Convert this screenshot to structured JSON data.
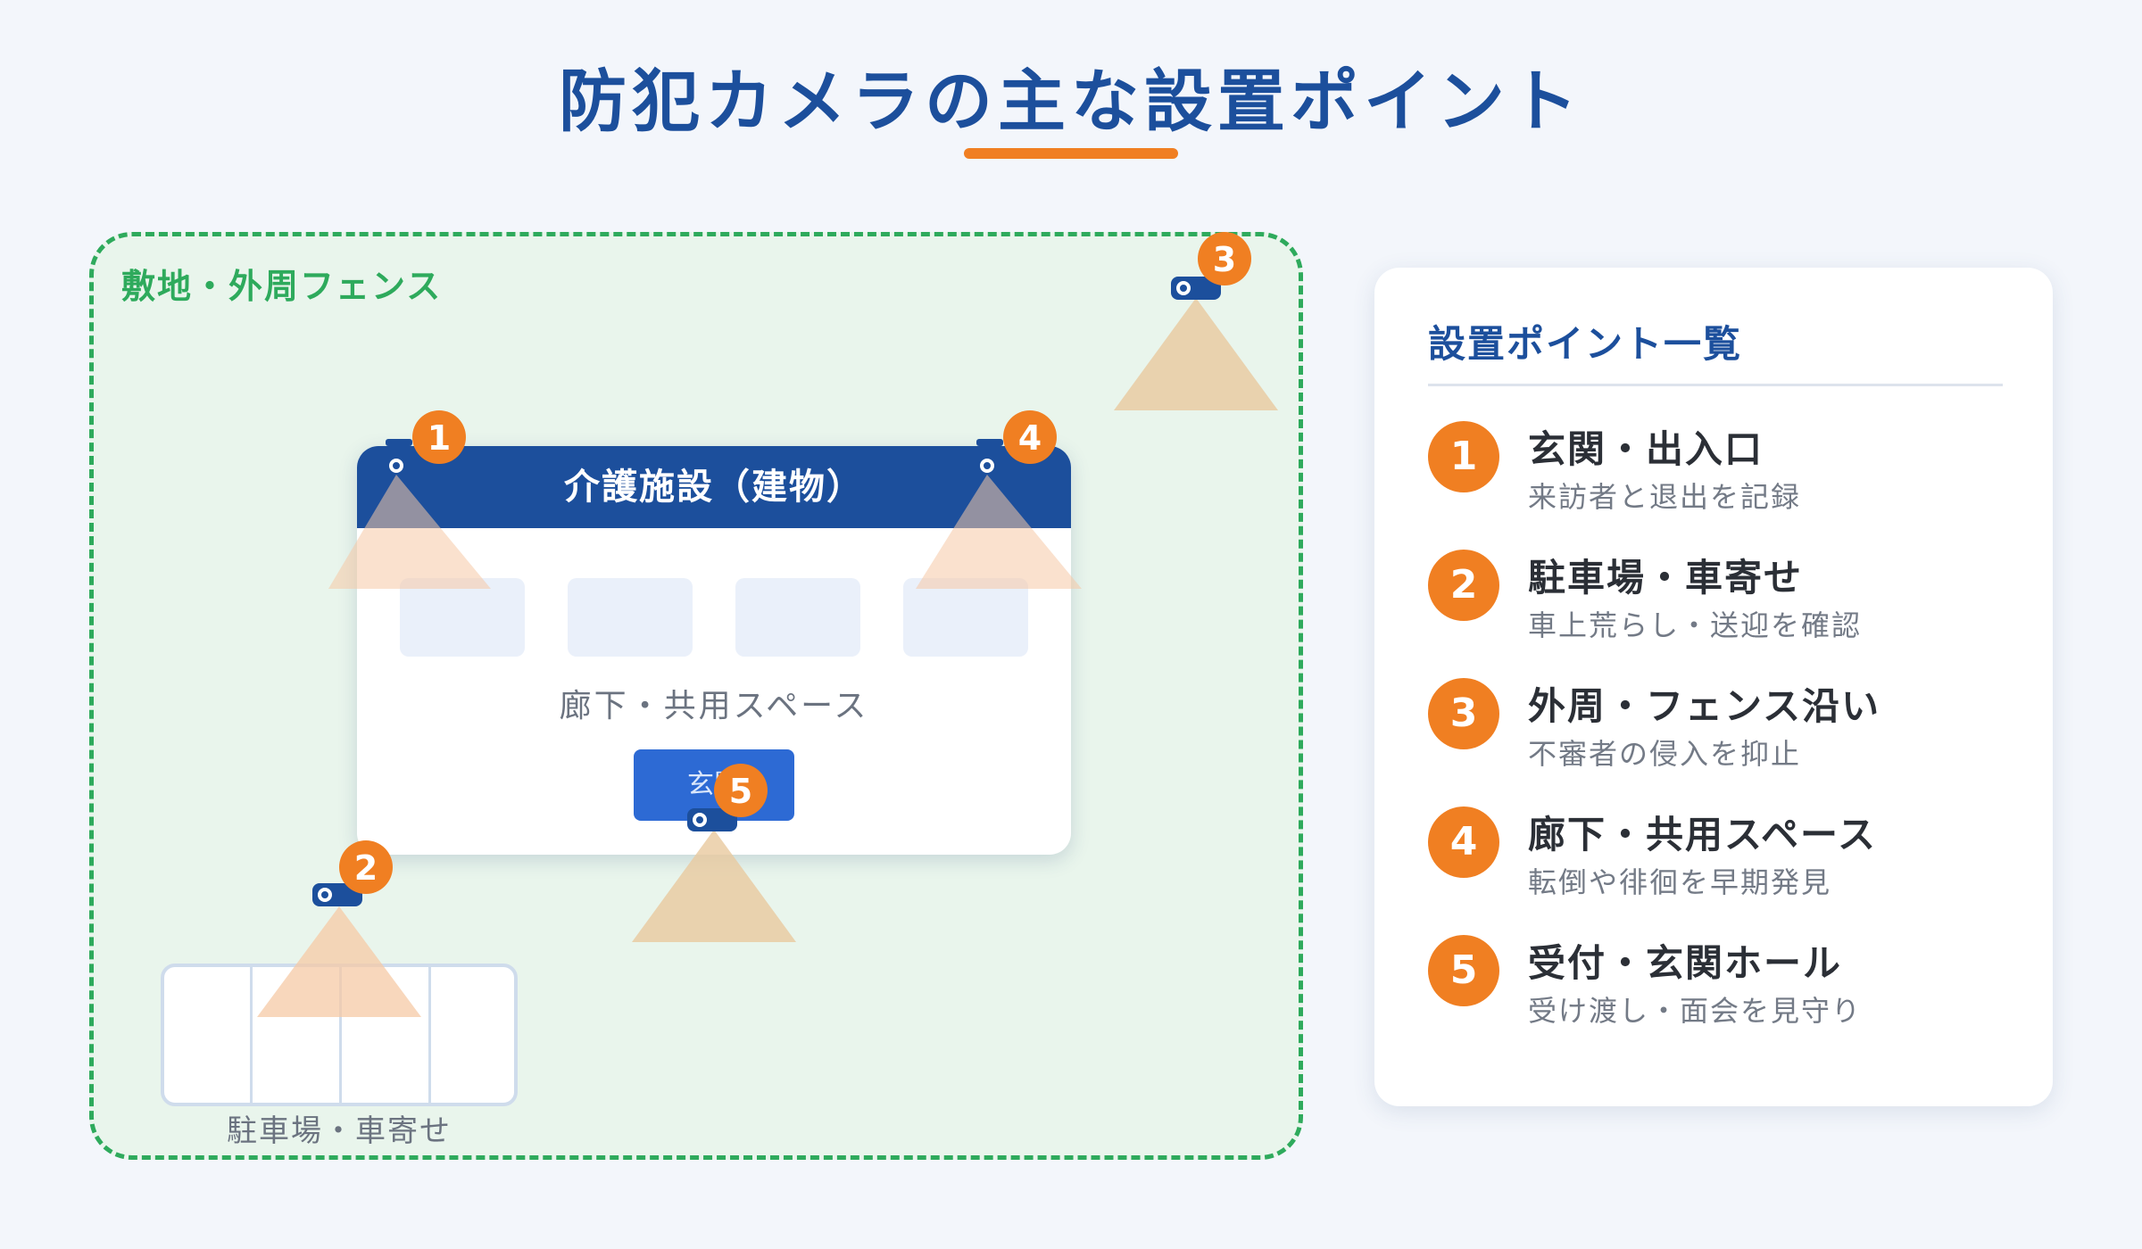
{
  "page": {
    "title": "防犯カメラの主な設置ポイント"
  },
  "diagram": {
    "site_label": "敷地・外周フェンス",
    "building_label": "介護施設（建物）",
    "corridor_label": "廊下・共用スペース",
    "entrance_label": "玄関",
    "parking_label": "駐車場・車寄せ",
    "cameras": [
      {
        "number": "1",
        "icon": "security-camera-icon"
      },
      {
        "number": "2",
        "icon": "security-camera-icon"
      },
      {
        "number": "3",
        "icon": "security-camera-icon"
      },
      {
        "number": "4",
        "icon": "security-camera-icon"
      },
      {
        "number": "5",
        "icon": "security-camera-icon"
      }
    ]
  },
  "legend": {
    "title": "設置ポイント一覧",
    "items": [
      {
        "number": "1",
        "title": "玄関・出入口",
        "description": "来訪者と退出を記録"
      },
      {
        "number": "2",
        "title": "駐車場・車寄せ",
        "description": "車上荒らし・送迎を確認"
      },
      {
        "number": "3",
        "title": "外周・フェンス沿い",
        "description": "不審者の侵入を抑止"
      },
      {
        "number": "4",
        "title": "廊下・共用スペース",
        "description": "転倒や徘徊を早期発見"
      },
      {
        "number": "5",
        "title": "受付・玄関ホール",
        "description": "受け渡し・面会を見守り"
      }
    ]
  },
  "colors": {
    "primary": "#1c4f9c",
    "accent": "#f07f22",
    "site_border": "#2eaa5c",
    "site_fill": "#e9f5ec"
  }
}
